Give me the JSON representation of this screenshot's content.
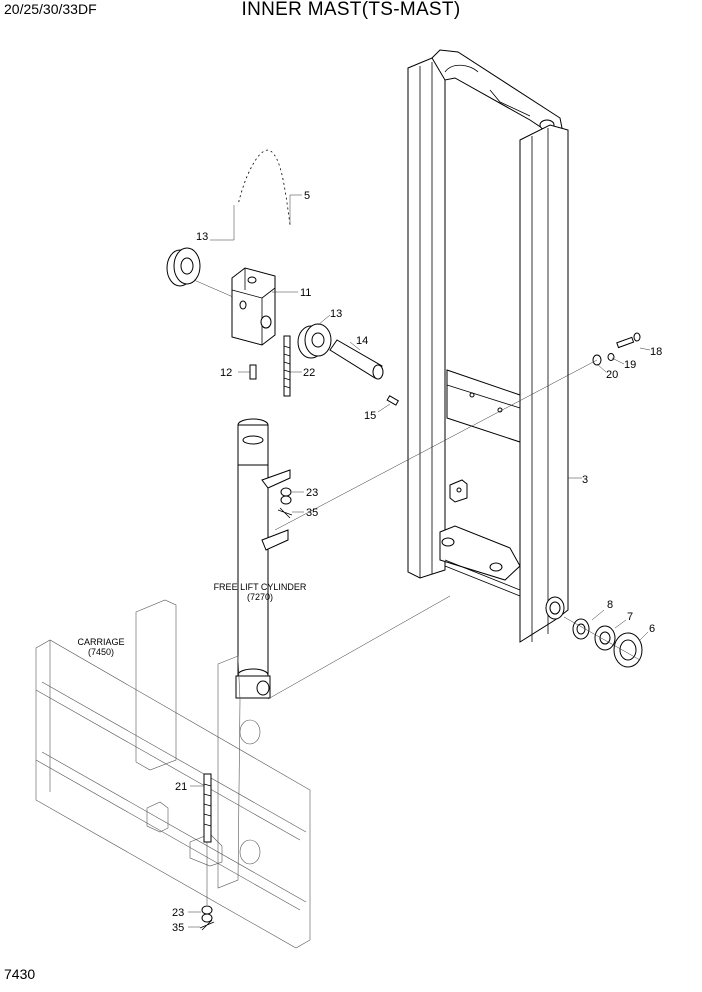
{
  "header": {
    "model": "20/25/30/33DF",
    "title": "INNER MAST(TS-MAST)"
  },
  "footer": {
    "page_number": "7430"
  },
  "callouts": {
    "c3": "3",
    "c5": "5",
    "c6": "6",
    "c7": "7",
    "c8": "8",
    "c11": "11",
    "c12": "12",
    "c13a": "13",
    "c13b": "13",
    "c14": "14",
    "c15": "15",
    "c18": "18",
    "c19": "19",
    "c20": "20",
    "c21": "21",
    "c22": "22",
    "c23a": "23",
    "c23b": "23",
    "c35a": "35",
    "c35b": "35"
  },
  "notes": {
    "free_lift_cylinder": "FREE LIFT CYLINDER",
    "free_lift_cylinder_ref": "(7270)",
    "carriage": "CARRIAGE",
    "carriage_ref": "(7450)"
  }
}
